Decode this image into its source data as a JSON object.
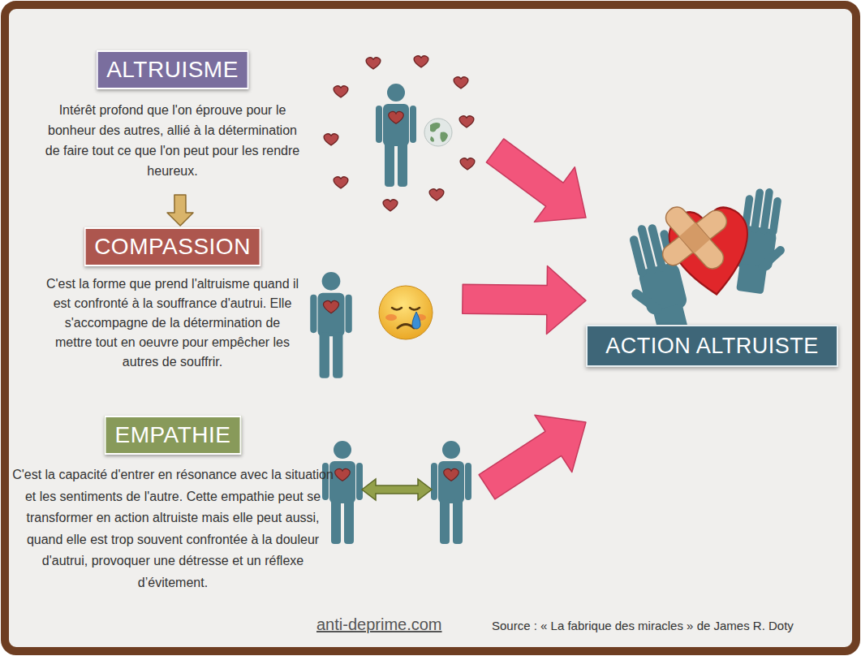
{
  "diagram": {
    "nodes": [
      {
        "text": [
          "ALTRUISME",
          "Intérêt profond que l'on éprouve pour le bonheur des autres, allié à la détermination de faire tout ce que l'on peut pour les rendre heureux."
        ]
      },
      {
        "text": [
          "COMPASSION",
          "C'est la forme que prend l'altruisme quand il est confronté à la souffrance d'autrui. Elle s'accompagne de la détermination de mettre tout en oeuvre pour empêcher les autres de souffrir."
        ]
      },
      {
        "text": [
          "EMPATHIE",
          "C'est la capacité d'entrer en résonance avec la situation et les sentiments de l'autre. Cette empathie peut se transformer en action altruiste mais elle peut aussi, quand elle est trop souvent confrontée à la douleur d'autrui, provoquer une détresse et un réflexe d’évitement."
        ]
      },
      {
        "text": [
          "ACTION ALTRUISTE"
        ]
      }
    ],
    "edges": [
      {
        "from": 0,
        "to": 1,
        "arrow": "to"
      },
      {
        "from": 0,
        "to": 3,
        "arrow": "to"
      },
      {
        "from": 1,
        "to": 3,
        "arrow": "to"
      },
      {
        "from": 2,
        "to": 3,
        "arrow": "to"
      }
    ],
    "labels": [
      "anti-deprime.com",
      "Source : « La fabrique des miracles » de James R. Doty"
    ]
  }
}
